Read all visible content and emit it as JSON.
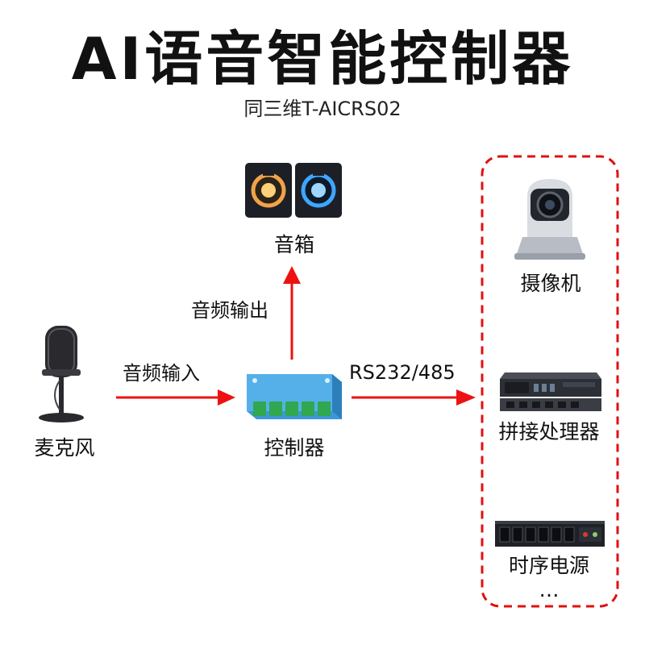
{
  "title": "AI语音智能控制器",
  "subtitle": "同三维T-AICRS02",
  "nodes": {
    "speaker": "音箱",
    "microphone": "麦克风",
    "controller": "控制器",
    "camera": "摄像机",
    "splicer": "拼接处理器",
    "sequencer": "时序电源",
    "more": "…"
  },
  "edges": {
    "audio_out": "音频输出",
    "audio_in": "音频输入",
    "serial": "RS232/485"
  },
  "colors": {
    "arrow": "#ee1111",
    "dashed_border": "#e01010"
  }
}
